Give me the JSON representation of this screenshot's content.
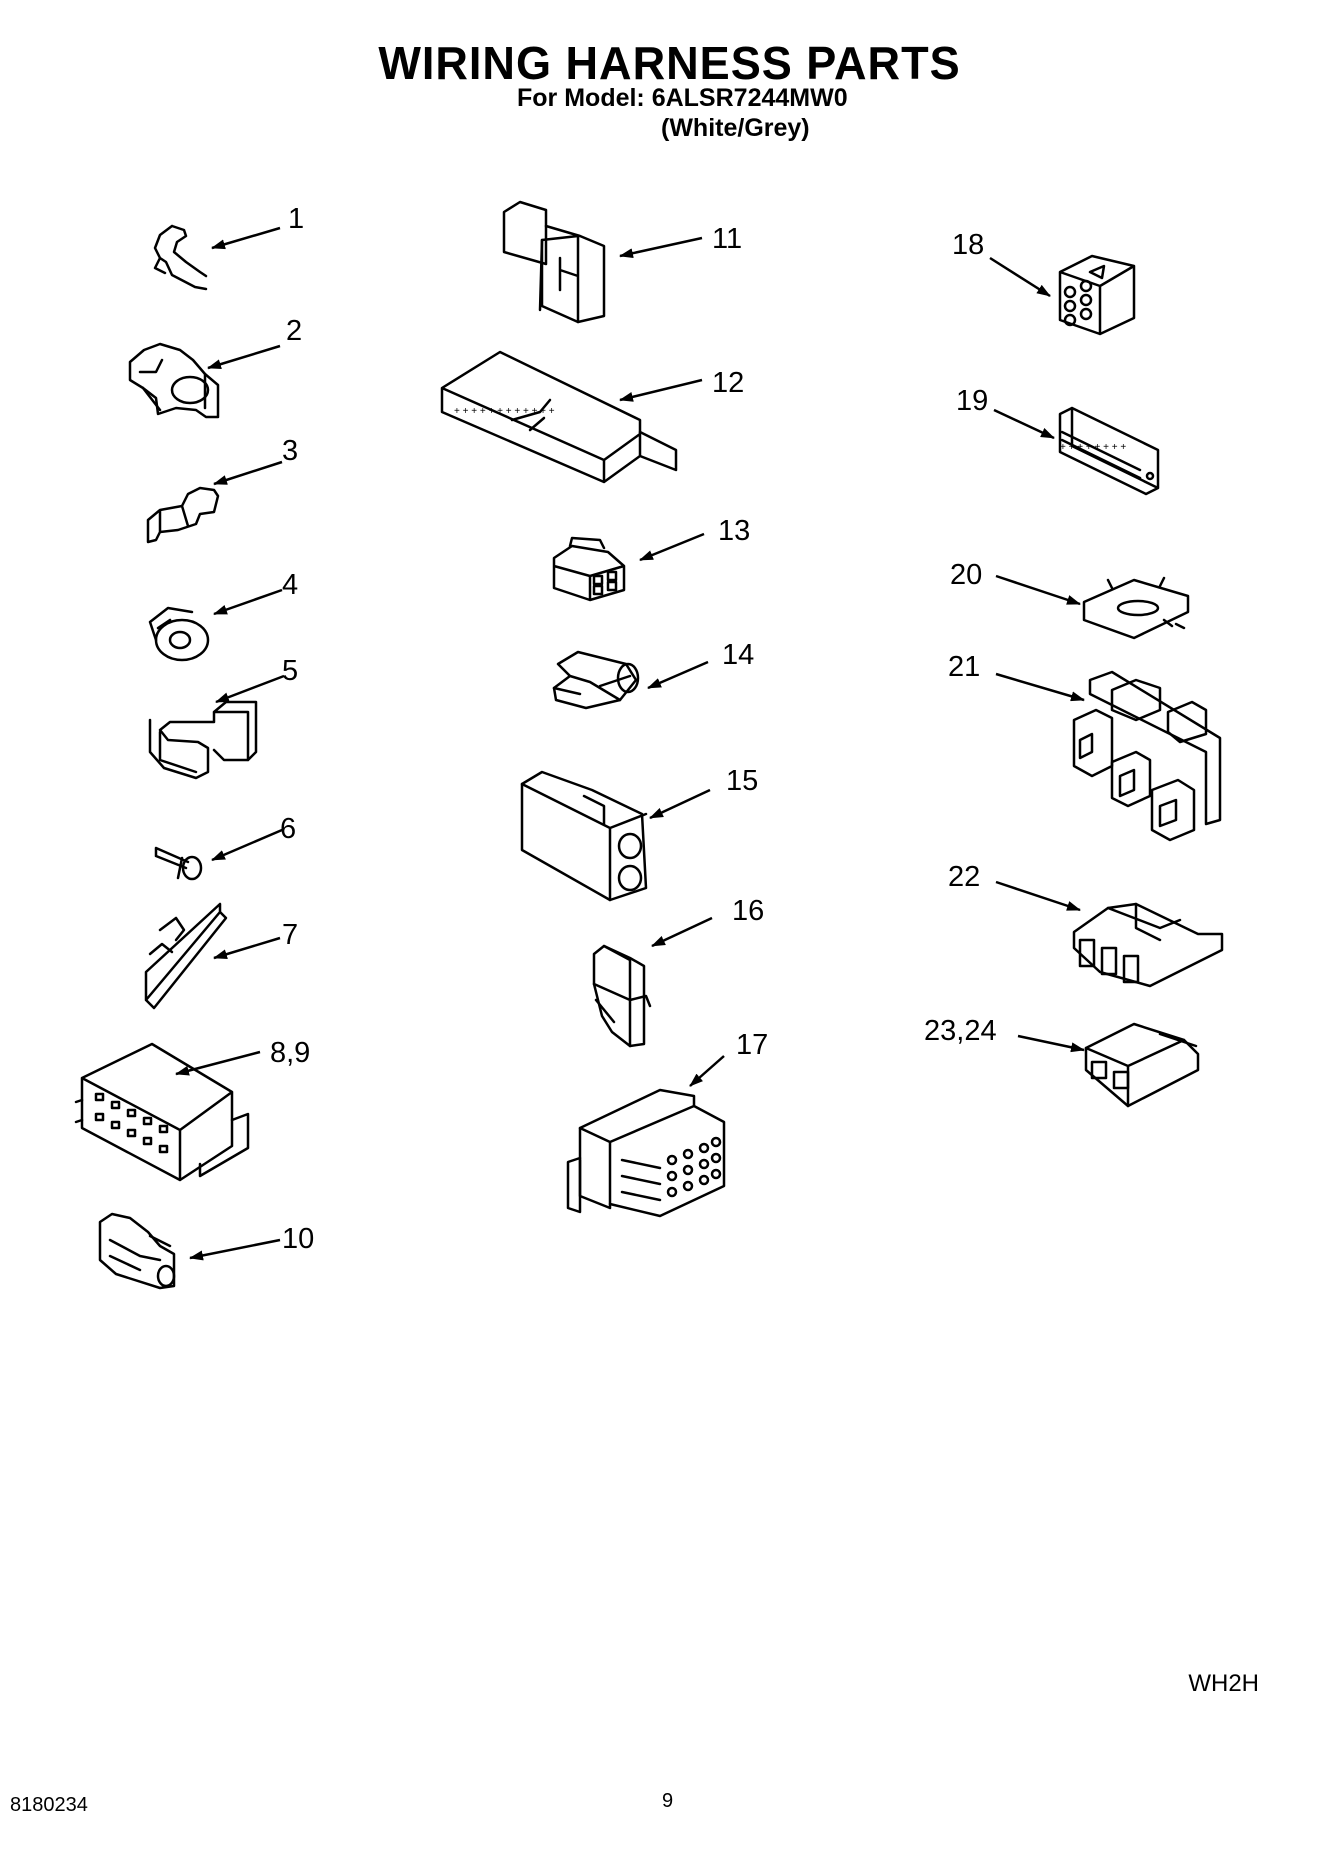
{
  "header": {
    "title": "WIRING HARNESS PARTS",
    "model_line": "For Model: 6ALSR7244MW0",
    "color_line": "(White/Grey)"
  },
  "parts": [
    {
      "label": "1",
      "icon": "clip-icon"
    },
    {
      "label": "2",
      "icon": "wire-clamp-icon"
    },
    {
      "label": "3",
      "icon": "spring-clip-icon"
    },
    {
      "label": "4",
      "icon": "cable-bushing-icon"
    },
    {
      "label": "5",
      "icon": "cable-clamp-icon"
    },
    {
      "label": "6",
      "icon": "push-rivet-icon"
    },
    {
      "label": "7",
      "icon": "tie-clip-icon"
    },
    {
      "label": "8,9",
      "icon": "multi-pin-connector-icon"
    },
    {
      "label": "10",
      "icon": "terminal-connector-icon"
    },
    {
      "label": "11",
      "icon": "plug-housing-icon"
    },
    {
      "label": "12",
      "icon": "terminal-strip-icon"
    },
    {
      "label": "13",
      "icon": "small-connector-icon"
    },
    {
      "label": "14",
      "icon": "cable-sleeve-icon"
    },
    {
      "label": "15",
      "icon": "two-way-connector-icon"
    },
    {
      "label": "16",
      "icon": "retainer-clip-icon"
    },
    {
      "label": "17",
      "icon": "twelve-pin-connector-icon"
    },
    {
      "label": "18",
      "icon": "six-pin-connector-icon"
    },
    {
      "label": "19",
      "icon": "header-connector-icon"
    },
    {
      "label": "20",
      "icon": "mounting-plate-icon"
    },
    {
      "label": "21",
      "icon": "triple-socket-icon"
    },
    {
      "label": "22",
      "icon": "three-way-receptacle-icon"
    },
    {
      "label": "23,24",
      "icon": "dual-terminal-icon"
    }
  ],
  "footer": {
    "diagram_code": "WH2H",
    "doc_number": "8180234",
    "page_number": "9"
  }
}
